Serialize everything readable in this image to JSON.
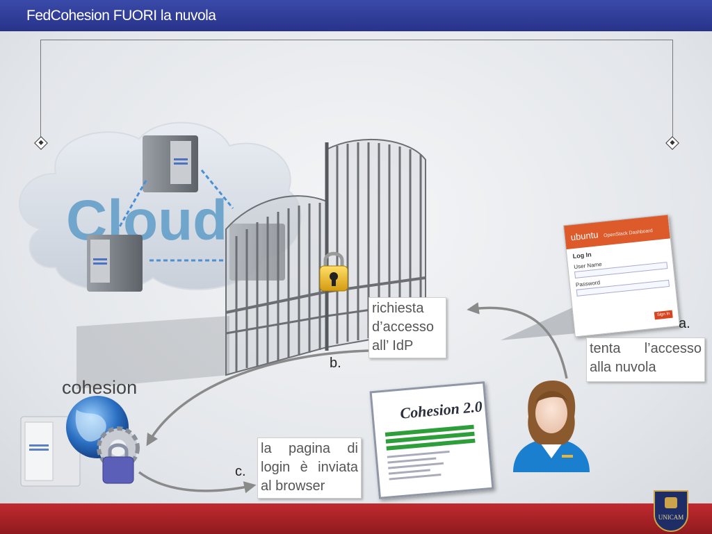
{
  "header": {
    "title": "FedCohesion FUORI la nuvola"
  },
  "colors": {
    "header_blue": "#2f3d98",
    "footer_red": "#a52226",
    "note_text": "#555555"
  },
  "cloud": {
    "label": "Cloud"
  },
  "labels": {
    "a": "a.",
    "b": "b.",
    "c": "c.",
    "cohesion": "cohesion"
  },
  "notes": {
    "richiesta": "richiesta d’accesso all’ IdP",
    "tenta": "tenta l’accesso alla nuvola",
    "pagina": "la pagina di login è inviata al browser"
  },
  "login_panel": {
    "brand": "ubuntu",
    "subtitle": "OpenStack Dashboard",
    "heading": "Log In",
    "user_label": "User Name",
    "password_label": "Password",
    "button": "Sign In"
  },
  "cohesion_page": {
    "title": "Cohesion 2.0"
  },
  "logo": {
    "text": "UNICAM"
  },
  "icons": [
    "server-icon",
    "padlock-icon",
    "globe-icon",
    "gear-icon",
    "user-avatar-icon",
    "gate-icon"
  ]
}
